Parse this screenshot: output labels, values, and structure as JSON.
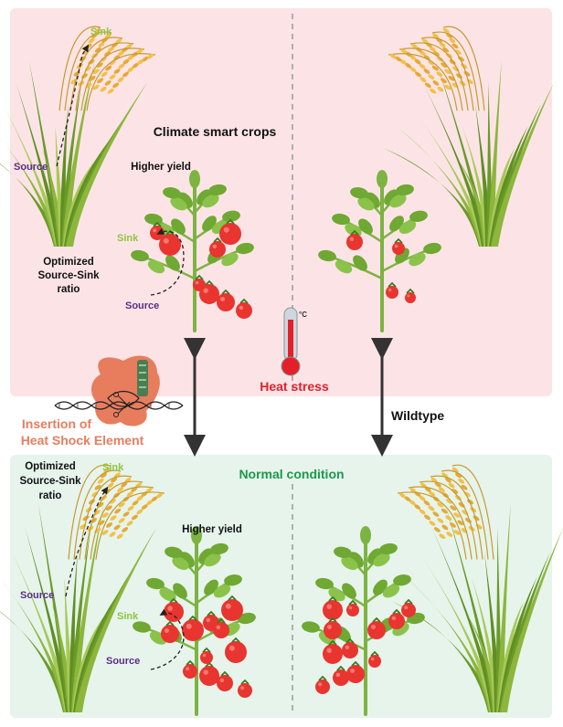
{
  "panels": {
    "heat": {
      "title": "Climate smart crops",
      "stress_label": "Heat stress",
      "higher_yield": "Higher yield",
      "optimized": [
        "Optimized",
        "Source-Sink",
        "ratio"
      ],
      "rice_sink": "Sink",
      "rice_source": "Source",
      "tomato_sink": "Sink",
      "tomato_source": "Source",
      "thermometer_unit": "°C"
    },
    "normal": {
      "title": "Normal condition",
      "higher_yield": "Higher yield",
      "optimized": [
        "Optimized",
        "Source-Sink",
        "ratio"
      ],
      "rice_sink": "Sink",
      "rice_source": "Source",
      "tomato_sink": "Sink",
      "tomato_source": "Source"
    }
  },
  "middle": {
    "insertion": [
      "Insertion of",
      "Heat Shock Element"
    ],
    "wildtype": "Wildtype"
  },
  "colors": {
    "heat_bg": "#fce4e6",
    "normal_bg": "#e6f4ec",
    "stress_red": "#e3202a",
    "normal_green": "#1a9a4a",
    "insertion_orange": "#e87d5e",
    "sink_green": "#8dc63f",
    "source_purple": "#5b2d86",
    "tomato_red": "#e8352f",
    "leaf_green": "#7db342"
  },
  "icons": [
    "rice-plant-icon",
    "tomato-plant-icon",
    "thermometer-icon",
    "crispr-scissors-icon",
    "dna-strand-icon"
  ]
}
